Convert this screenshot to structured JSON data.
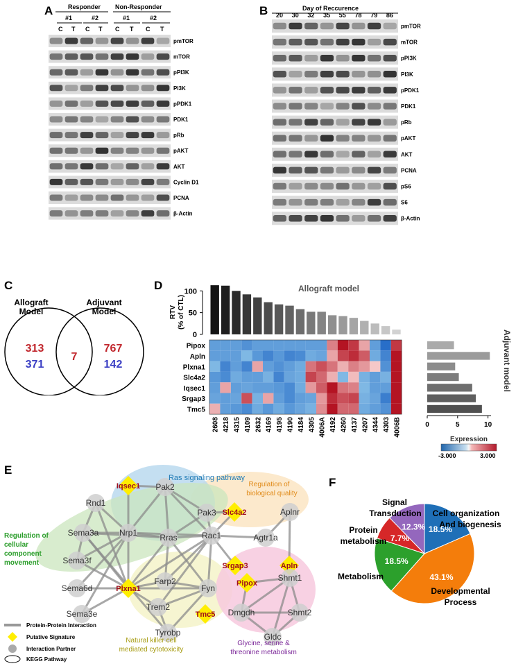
{
  "panels": {
    "A": {
      "letter": "A",
      "groups": [
        "Responder",
        "Non-Responder"
      ],
      "subjects": [
        "#1",
        "#2",
        "#1",
        "#2"
      ],
      "lanes": [
        "C",
        "T",
        "C",
        "T",
        "C",
        "T",
        "C",
        "T"
      ],
      "blots": [
        "pmTOR",
        "mTOR",
        "pPI3K",
        "PI3K",
        "pPDK1",
        "PDK1",
        "pRb",
        "pAKT",
        "AKT",
        "Cyclin D1",
        "PCNA",
        "β-Actin"
      ]
    },
    "B": {
      "letter": "B",
      "title": "Day of Reccurence",
      "days": [
        "20",
        "30",
        "32",
        "35",
        "55",
        "78",
        "79",
        "86"
      ],
      "blots": [
        "pmTOR",
        "mTOR",
        "pPI3K",
        "PI3K",
        "pPDK1",
        "PDK1",
        "pRb",
        "pAKT",
        "AKT",
        "PCNA",
        "pS6",
        "S6",
        "β-Actin"
      ]
    },
    "C": {
      "letter": "C",
      "left_title_1": "Allograft",
      "left_title_2": "Model",
      "right_title_1": "Adjuvant",
      "right_title_2": "Model",
      "left_up": "313",
      "left_down": "371",
      "overlap": "7",
      "right_up": "767",
      "right_down": "142",
      "colors": {
        "up": "#c1272d",
        "down": "#3b3fc4"
      }
    },
    "D": {
      "letter": "D",
      "bar_title": "Allograft model",
      "side_title": "Adjuvant model",
      "ylabel_1": "RTV",
      "ylabel_2": "(% of CTL)",
      "legend_title": "Expression",
      "legend_min": "-3.000",
      "legend_max": "3.000"
    },
    "E": {
      "letter": "E",
      "pathways": [
        "Ras signaling pathway",
        "Regulation of biological quality",
        "Regulation of cellular component movement",
        "Natural killer cell mediated cytotoxicity",
        "Glycine, serine & threonine metabolism"
      ],
      "legend": [
        "Protein-Protein Interaction",
        "Putative Signature",
        "Interaction Partner",
        "KEGG Pathway"
      ]
    },
    "F": {
      "letter": "F"
    }
  },
  "chart_data": [
    {
      "type": "bar",
      "panel": "D",
      "title": "Allograft model",
      "ylabel": "RTV (% of CTL)",
      "categories": [
        "2608",
        "4218",
        "4315",
        "4109",
        "2632",
        "4169",
        "4195",
        "4190",
        "4184",
        "4305",
        "4006A",
        "4192",
        "4260",
        "4137",
        "4207",
        "4344",
        "4303",
        "4006B"
      ],
      "values": [
        113,
        112,
        100,
        92,
        85,
        74,
        69,
        66,
        58,
        52,
        52,
        44,
        42,
        38,
        31,
        25,
        19,
        11
      ],
      "yticks": [
        0,
        50,
        100
      ],
      "ylim": [
        0,
        118
      ]
    },
    {
      "type": "heatmap",
      "panel": "D",
      "rows": [
        "Pipox",
        "Apln",
        "Plxna1",
        "Slc4a2",
        "Iqsec1",
        "Srgap3",
        "Tmc5"
      ],
      "columns": [
        "2608",
        "4218",
        "4315",
        "4109",
        "2632",
        "4169",
        "4195",
        "4190",
        "4184",
        "4305",
        "4006A",
        "4192",
        "4260",
        "4137",
        "4207",
        "4344",
        "4303",
        "4006B"
      ],
      "values": [
        [
          -1,
          -1,
          -1,
          -1.4,
          -1,
          -1,
          -1,
          -1,
          -1,
          -1,
          -1,
          1.2,
          3,
          2.4,
          0.6,
          -1,
          -2.6,
          2.4
        ],
        [
          -1,
          -1,
          -1,
          -0.2,
          -1.2,
          -1.8,
          -1.2,
          -1.8,
          -1.6,
          -0.6,
          -0.8,
          0.6,
          2.2,
          2.6,
          1.8,
          -0.6,
          -1.8,
          3
        ],
        [
          -0.2,
          -1.8,
          -1,
          -1.8,
          0.6,
          -1,
          -1.4,
          -1,
          -0.6,
          1.4,
          2,
          1.4,
          0.4,
          1.2,
          0.8,
          0,
          -1.4,
          3
        ],
        [
          -1.2,
          -1.6,
          -0.6,
          -1,
          -1,
          -0.4,
          -1.8,
          -0.8,
          -0.6,
          2.2,
          1.6,
          0.4,
          -0.2,
          0.2,
          -0.4,
          -1,
          -0.4,
          3
        ],
        [
          -1,
          0.6,
          -1,
          -0.8,
          -1,
          -1,
          -1.2,
          -1.6,
          -0.6,
          0.8,
          1.8,
          3,
          1.4,
          1.2,
          -0.2,
          -1,
          -1,
          3
        ],
        [
          -0.8,
          -1,
          -0.8,
          2,
          -0.4,
          0.6,
          -1,
          -1.6,
          -1,
          -0.8,
          0.8,
          2.6,
          2,
          2.2,
          -0.4,
          -0.8,
          -2,
          3
        ],
        [
          0.4,
          -1,
          -1.2,
          -1.6,
          -0.6,
          -1.2,
          -0.6,
          -1.2,
          -0.8,
          -0.4,
          1,
          3,
          1.6,
          1.6,
          -0.6,
          -1,
          -1.4,
          3
        ]
      ],
      "color_range": [
        -3,
        3
      ]
    },
    {
      "type": "bar",
      "panel": "D",
      "title": "Adjuvant model",
      "orientation": "horizontal",
      "categories": [
        "Pipox",
        "Apln",
        "Plxna1",
        "Slc4a2",
        "Iqsec1",
        "Srgap3",
        "Tmc5"
      ],
      "values": [
        4.4,
        10.3,
        4.6,
        5.2,
        7.4,
        8,
        9
      ],
      "xticks": [
        0,
        5,
        10
      ],
      "xlim": [
        0,
        10.5
      ]
    },
    {
      "type": "pie",
      "panel": "F",
      "labels": [
        "Cell organization And biogenesis",
        "Developmental Process",
        "Metabolism",
        "Protein metabolism",
        "Signal Transduction"
      ],
      "values": [
        18.5,
        43.1,
        18.5,
        7.7,
        12.3
      ],
      "value_labels": [
        "18.5%",
        "43.1%",
        "18.5%",
        "7.7%",
        "12.3%"
      ],
      "colors": [
        "#1f6fb7",
        "#f47d0b",
        "#2ca02c",
        "#d62728",
        "#9467bd"
      ]
    }
  ]
}
